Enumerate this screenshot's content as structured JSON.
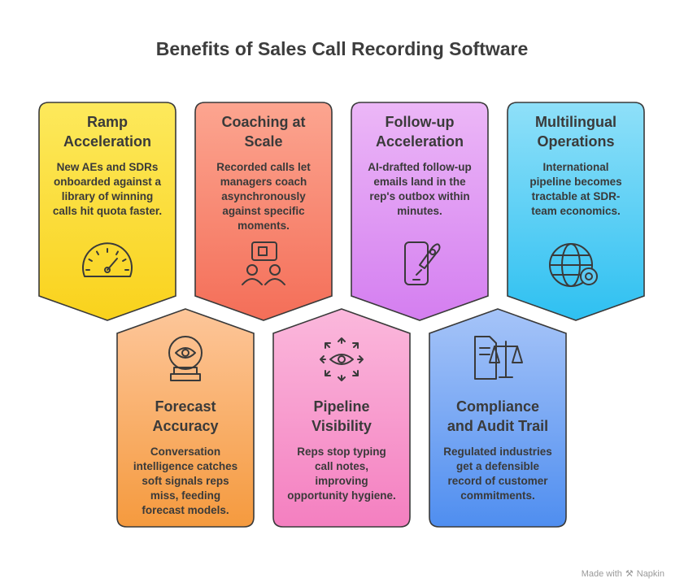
{
  "title": "Benefits of Sales Call Recording Software",
  "cards": [
    {
      "title_lines": [
        "Ramp",
        "Acceleration"
      ],
      "desc_lines": [
        "New AEs and SDRs",
        "onboarded against a",
        "library of winning",
        "calls hit quota faster."
      ],
      "icon": "speedometer-icon",
      "color_top": "#fde95c",
      "color_bottom": "#f9d21c"
    },
    {
      "title_lines": [
        "Coaching at",
        "Scale"
      ],
      "desc_lines": [
        "Recorded calls let",
        "managers coach",
        "asynchronously",
        "against specific",
        "moments."
      ],
      "icon": "coaching-icon",
      "color_top": "#fca590",
      "color_bottom": "#f46e58"
    },
    {
      "title_lines": [
        "Follow-up",
        "Acceleration"
      ],
      "desc_lines": [
        "AI-drafted follow-up",
        "emails land in the",
        "rep's outbox within",
        "minutes."
      ],
      "icon": "phone-rocket-icon",
      "color_top": "#ecb7f7",
      "color_bottom": "#d47ef0"
    },
    {
      "title_lines": [
        "Multilingual",
        "Operations"
      ],
      "desc_lines": [
        "International",
        "pipeline becomes",
        "tractable at SDR-",
        "team economics."
      ],
      "icon": "globe-gear-icon",
      "color_top": "#8fe0f9",
      "color_bottom": "#2ec0f1"
    },
    {
      "title_lines": [
        "Forecast",
        "Accuracy"
      ],
      "desc_lines": [
        "Conversation",
        "intelligence catches",
        "soft signals reps",
        "miss, feeding",
        "forecast models."
      ],
      "icon": "crystal-ball-icon",
      "color_top": "#fdc69a",
      "color_bottom": "#f59a3e"
    },
    {
      "title_lines": [
        "Pipeline",
        "Visibility"
      ],
      "desc_lines": [
        "Reps stop typing",
        "call notes,",
        "improving",
        "opportunity hygiene."
      ],
      "icon": "eye-arrows-icon",
      "color_top": "#fbb8dc",
      "color_bottom": "#f47fc0"
    },
    {
      "title_lines": [
        "Compliance",
        "and Audit Trail"
      ],
      "desc_lines": [
        "Regulated industries",
        "get a defensible",
        "record of customer",
        "commitments."
      ],
      "icon": "document-scales-icon",
      "color_top": "#a6c4f8",
      "color_bottom": "#4f8ef0"
    }
  ],
  "footer": {
    "prefix": "Made with",
    "brand": "Napkin"
  }
}
